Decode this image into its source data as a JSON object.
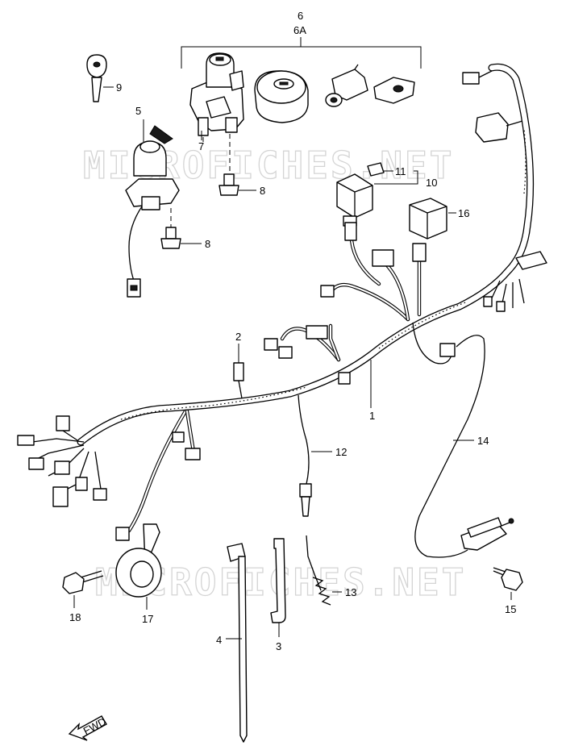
{
  "watermark": "MICROFICHES.NET",
  "fwd_label": "FWD",
  "callouts": {
    "c1": "1",
    "c2": "2",
    "c3": "3",
    "c4": "4",
    "c5": "5",
    "c6": "6",
    "c6a": "6A",
    "c7": "7",
    "c8a": "8",
    "c8b": "8",
    "c9": "9",
    "c10": "10",
    "c11": "11",
    "c12": "12",
    "c13": "13",
    "c14": "14",
    "c15": "15",
    "c16": "16",
    "c17": "17",
    "c18": "18"
  }
}
